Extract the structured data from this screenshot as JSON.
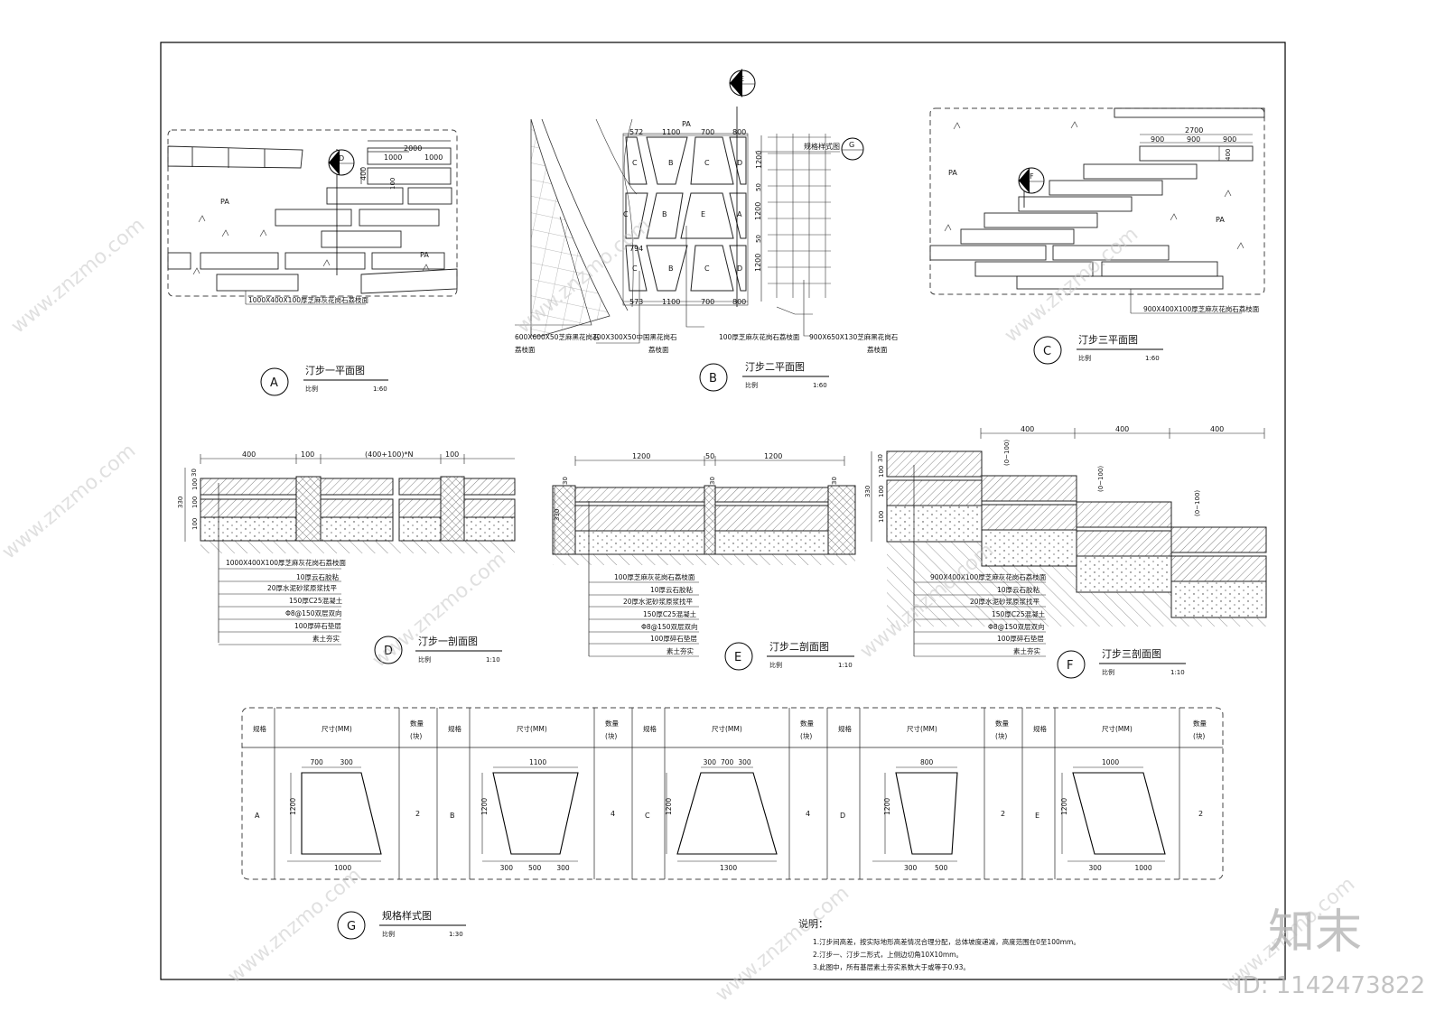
{
  "sheet": {
    "plans": {
      "a": {
        "symbol": "A",
        "title": "汀步一平面图",
        "scale_label": "比例",
        "scale": "1:60",
        "dims": [
          "2000",
          "1000",
          "1000",
          "400",
          "100"
        ],
        "pa": [
          "PA",
          "PA"
        ],
        "section_marker": "D",
        "note": "1000X400X100厚芝麻灰花岗石荔枝面"
      },
      "b": {
        "symbol": "B",
        "title": "汀步二平面图",
        "scale_label": "比例",
        "scale": "1:60",
        "top_dims": [
          "572",
          "1100",
          "700",
          "800"
        ],
        "bottom_dims": [
          "573",
          "1100",
          "700",
          "800"
        ],
        "mid_dims": [
          "794"
        ],
        "side_dims": [
          "1200",
          "50",
          "1200",
          "50",
          "1200"
        ],
        "pa": "PA",
        "section_marker": "E",
        "detail_marker": "G",
        "detail_label": "规格样式图",
        "cell_labels": [
          "C",
          "B",
          "C",
          "D",
          "C",
          "B",
          "E",
          "A",
          "C",
          "B",
          "C",
          "D"
        ],
        "notes": [
          "600X600X50芝麻黑花岗石",
          "荔枝面",
          "300X300X50中国黑花岗石",
          "荔枝面",
          "100厚芝麻灰花岗石荔枝面",
          "900X650X130芝麻黑花岗石",
          "荔枝面"
        ]
      },
      "c": {
        "symbol": "C",
        "title": "汀步三平面图",
        "scale_label": "比例",
        "scale": "1:60",
        "dims": [
          "2700",
          "900",
          "900",
          "900",
          "400"
        ],
        "pa": [
          "PA",
          "PA"
        ],
        "section_marker": "F",
        "note": "900X400X100厚芝麻灰花岗石荔枝面"
      }
    },
    "sections": {
      "d": {
        "symbol": "D",
        "title": "汀步一剖面图",
        "scale_label": "比例",
        "scale": "1:10",
        "dims": [
          "400",
          "100",
          "(400+100)*N",
          "100"
        ],
        "heights": [
          "30",
          "100",
          "100",
          "100",
          "330"
        ],
        "layers": [
          "1000X400X100厚芝麻灰花岗石荔枝面",
          "10厚云石胶粘",
          "20厚水泥砂浆原浆找平",
          "150厚C25混凝土",
          "Φ8@150双层双向",
          "100厚碎石垫层",
          "素土夯实"
        ]
      },
      "e": {
        "symbol": "E",
        "title": "汀步二剖面图",
        "scale_label": "比例",
        "scale": "1:10",
        "dims": [
          "1200",
          "50",
          "1200"
        ],
        "heights": [
          "30",
          "30",
          "30",
          "330"
        ],
        "layers": [
          "100厚芝麻灰花岗石荔枝面",
          "10厚云石胶粘",
          "20厚水泥砂浆原浆找平",
          "150厚C25混凝土",
          "Φ8@150双层双向",
          "100厚碎石垫层",
          "素土夯实"
        ]
      },
      "f": {
        "symbol": "F",
        "title": "汀步三剖面图",
        "scale_label": "比例",
        "scale": "1:10",
        "dims": [
          "400",
          "400",
          "400"
        ],
        "heights": [
          "30",
          "100",
          "100",
          "100",
          "330"
        ],
        "steps": [
          "(0~100)",
          "(0~100)",
          "(0~100)"
        ],
        "layers": [
          "900X400X100厚芝麻灰花岗石荔枝面",
          "10厚云石胶粘",
          "20厚水泥砂浆原浆找平",
          "150厚C25混凝土",
          "Φ8@150双层双向",
          "100厚碎石垫层",
          "素土夯实"
        ]
      }
    },
    "spec_table": {
      "col_guige": "规格",
      "col_size": "尺寸(MM)",
      "col_qty_1": "数量",
      "col_qty_2": "(块)",
      "rows": [
        {
          "name": "A",
          "qty": "2",
          "top": [
            "700",
            "300"
          ],
          "side": "1200",
          "bottom": [
            "1000"
          ]
        },
        {
          "name": "B",
          "qty": "4",
          "top": [
            "1100"
          ],
          "side": "1200",
          "bottom": [
            "300",
            "500",
            "300"
          ]
        },
        {
          "name": "C",
          "qty": "4",
          "top": [
            "300",
            "700",
            "300"
          ],
          "side": "1200",
          "bottom": [
            "1300"
          ]
        },
        {
          "name": "D",
          "qty": "2",
          "top": [
            "800"
          ],
          "side": "1200",
          "bottom": [
            "300",
            "500"
          ]
        },
        {
          "name": "E",
          "qty": "2",
          "top": [
            "1000"
          ],
          "side": "1200",
          "bottom": [
            "300",
            "1000"
          ]
        }
      ],
      "symbol": "G",
      "title": "规格样式图",
      "scale_label": "比例",
      "scale": "1:30"
    },
    "notes": {
      "heading": "说明：",
      "items": [
        "1.汀步间高差，按实际地形高差情况合理分配，总体坡度递减，高度范围在0至100mm。",
        "2.汀步一、汀步二形式，上侧边切角10X10mm。",
        "3.此图中，所有基层素土夯实系数大于或等于0.93。"
      ]
    },
    "watermark": {
      "brand": "知末",
      "site": "www.znzmo.com",
      "id": "ID: 1142473822"
    }
  }
}
